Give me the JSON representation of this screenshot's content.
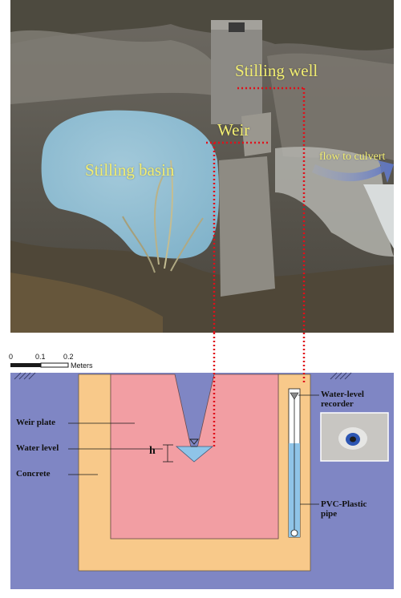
{
  "photo": {
    "labels": {
      "stilling_well": "Stilling well",
      "weir": "Weir",
      "stilling_basin": "Stilling basin",
      "flow_to_culvert": "flow to culvert"
    }
  },
  "scale_bar": {
    "ticks": [
      "0",
      "0.1",
      "0.2"
    ],
    "unit": "Meters"
  },
  "diagram": {
    "labels": {
      "weir_plate": "Weir plate",
      "water_level": "Water level",
      "concrete": "Concrete",
      "h": "h",
      "recorder_line1": "Water-level",
      "recorder_line2": "recorder",
      "pipe_line1": "PVC-Plastic",
      "pipe_line2": "pipe"
    }
  },
  "colors": {
    "soil": "#7f86c4",
    "concrete": "#f8c98a",
    "weir_plate": "#f29ea3",
    "water": "#8fc4e8",
    "guide_lines": "#e0101a",
    "photo_label": "#f2ee72"
  }
}
